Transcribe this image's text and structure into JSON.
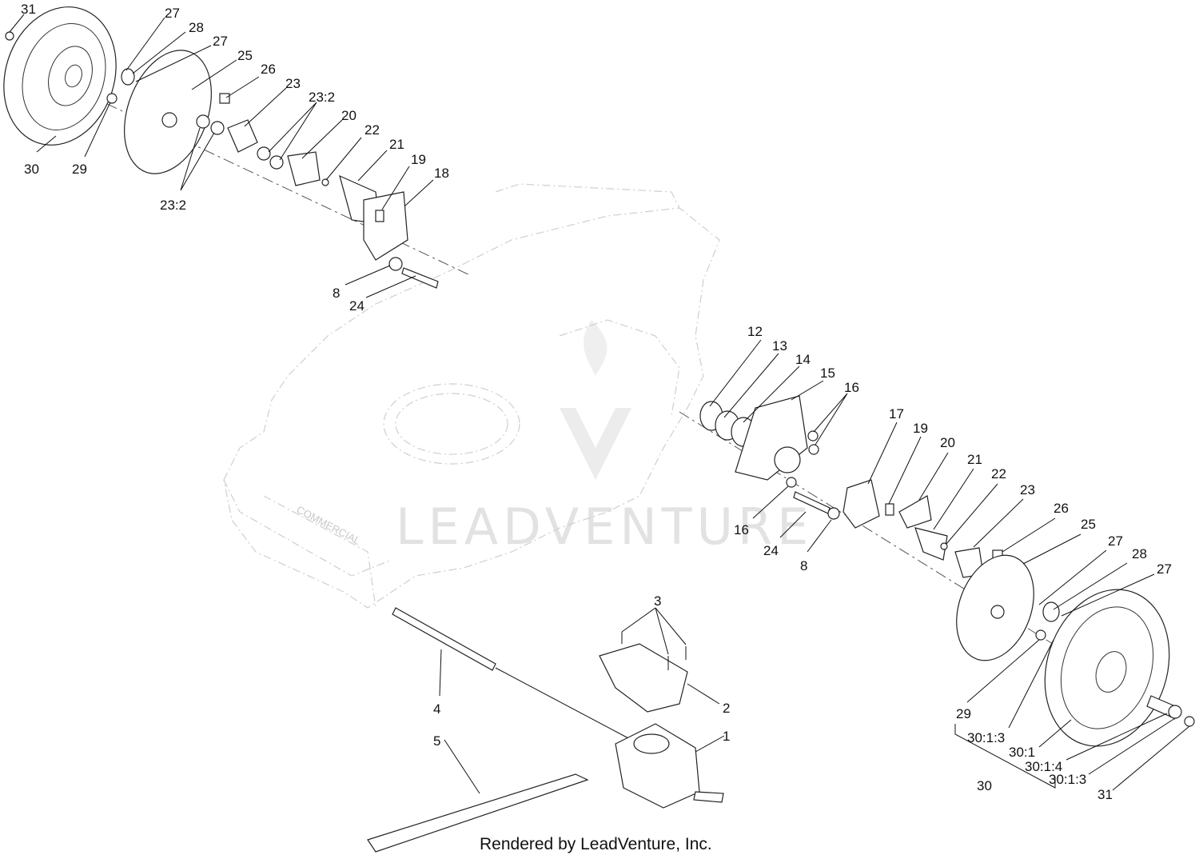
{
  "footer": "Rendered by LeadVenture, Inc.",
  "watermark": "LEADVENTURE",
  "deck_brand": "COMMERCIAL",
  "callouts": {
    "c31a": "31",
    "c27a": "27",
    "c28a": "28",
    "c27b": "27",
    "c25a": "25",
    "c26a": "26",
    "c23a": "23",
    "c232a": "23:2",
    "c20a": "20",
    "c22a": "22",
    "c21a": "21",
    "c19a": "19",
    "c18": "18",
    "c30a": "30",
    "c29a": "29",
    "c232b": "23:2",
    "c8a": "8",
    "c24a": "24",
    "c12": "12",
    "c13": "13",
    "c14": "14",
    "c15": "15",
    "c16a": "16",
    "c16b": "16",
    "c24b": "24",
    "c8b": "8",
    "c17": "17",
    "c19b": "19",
    "c20b": "20",
    "c21b": "21",
    "c22b": "22",
    "c23b": "23",
    "c26b": "26",
    "c25b": "25",
    "c27c": "27",
    "c28b": "28",
    "c27d": "27",
    "c29b": "29",
    "c3013a": "30:1:3",
    "c301": "30:1",
    "c3014": "30:1:4",
    "c3013b": "30:1:3",
    "c30b": "30",
    "c31b": "31",
    "c3": "3",
    "c2": "2",
    "c1": "1",
    "c4": "4",
    "c5": "5"
  }
}
